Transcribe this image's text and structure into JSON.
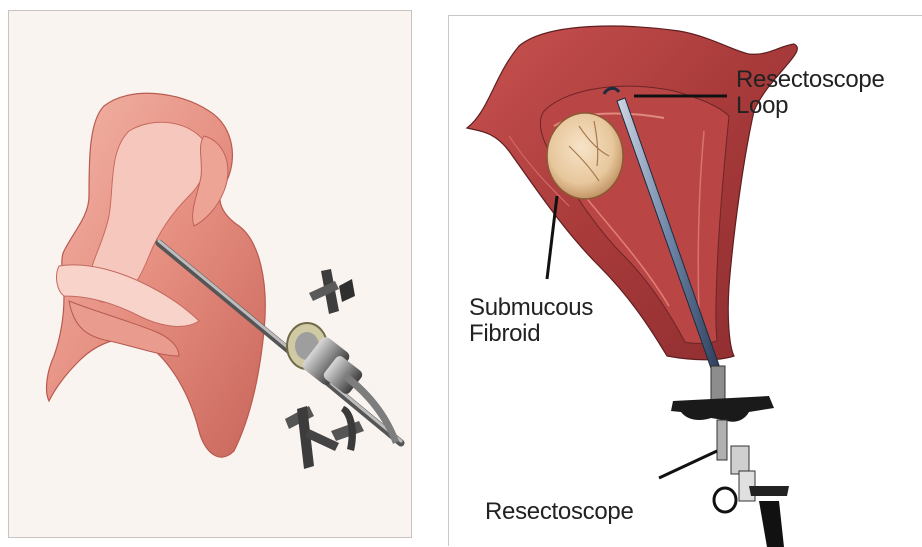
{
  "left_panel": {},
  "right_panel": {
    "labels": {
      "resectoscope_loop": "Resectoscope\nLoop",
      "submucous_fibroid": "Submucous\nFibroid",
      "resectoscope": "Resectoscope"
    }
  }
}
